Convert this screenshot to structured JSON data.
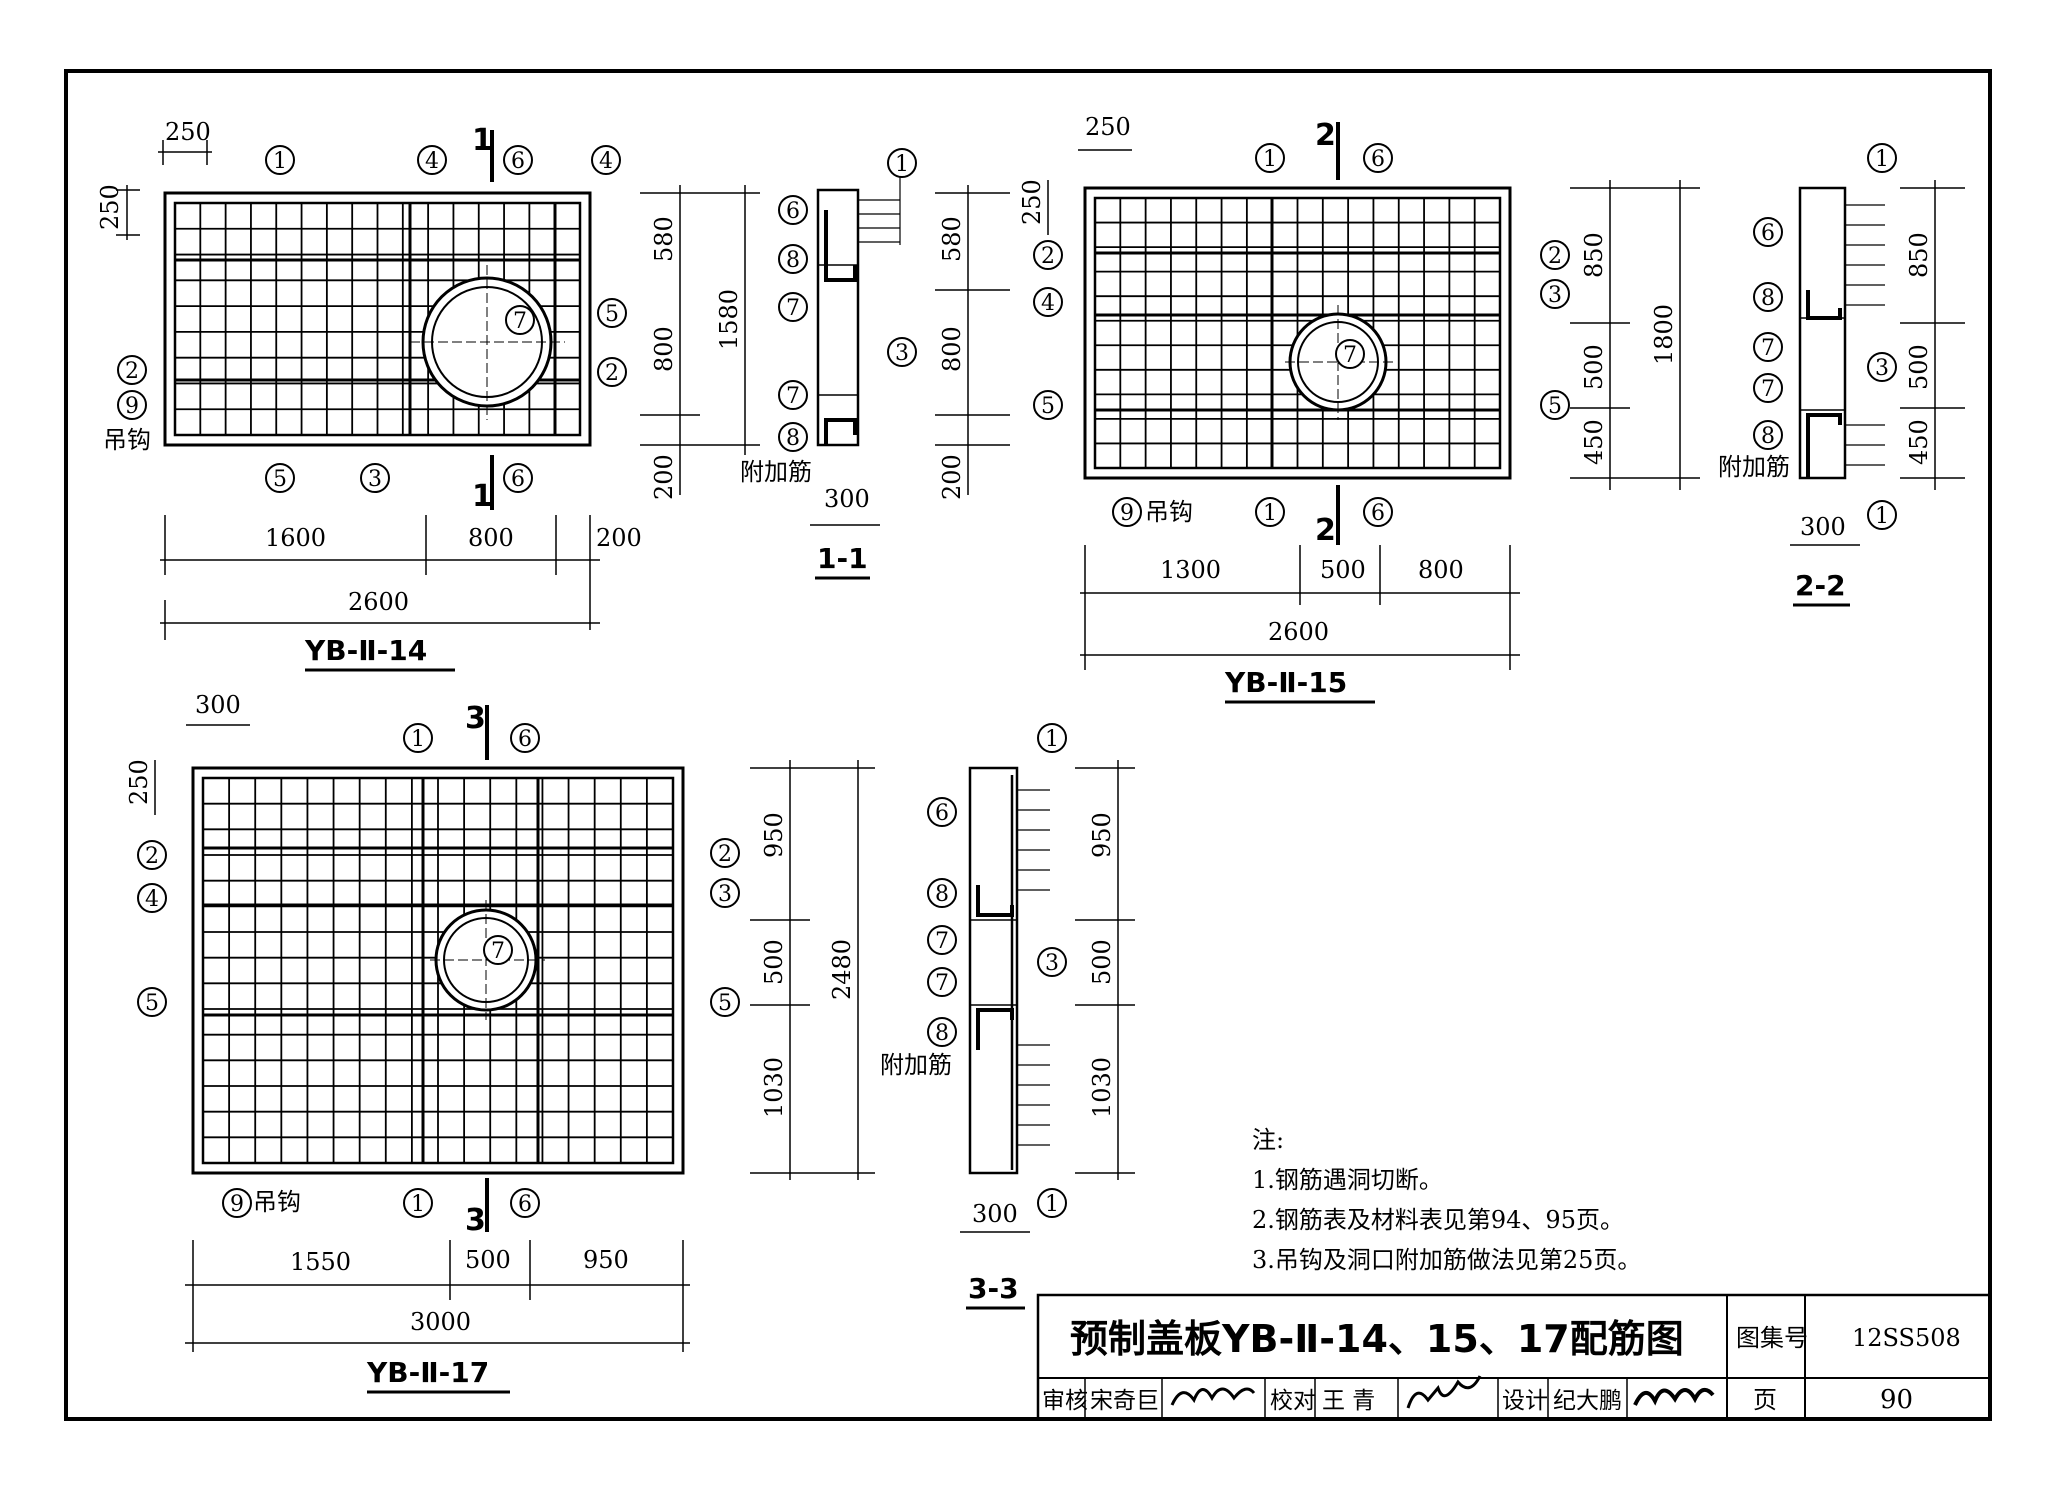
{
  "title_block": {
    "title": "预制盖板YB-Ⅱ-14、15、17配筋图",
    "atlas_label": "图集号",
    "atlas_no": "12SS508",
    "page_label": "页",
    "page_no": "90",
    "review_label": "审核",
    "reviewer": "宋奇巨",
    "check_label": "校对",
    "checker": "王 青",
    "design_label": "设计",
    "designer": "纪大鹏",
    "signatures": [
      "宋奇巨",
      "王青",
      "纪大鹏"
    ]
  },
  "notes": {
    "heading": "注:",
    "items": [
      "1.钢筋遇洞切断。",
      "2.钢筋表及材料表见第94、95页。",
      "3.吊钩及洞口附加筋做法见第25页。"
    ]
  },
  "common_labels": {
    "hook": "吊钩",
    "additional_bar": "附加筋"
  },
  "plans": [
    {
      "name": "YB-Ⅱ-14",
      "section_mark": "1",
      "section_name": "1-1",
      "dims_bottom": [
        "1600",
        "800",
        "200"
      ],
      "dim_total": "2600",
      "dims_right": [
        "580",
        "800",
        "200"
      ],
      "dim_right_total": "1580",
      "dim_top": "250",
      "dim_left": "250",
      "section_width": "300"
    },
    {
      "name": "YB-Ⅱ-15",
      "section_mark": "2",
      "section_name": "2-2",
      "dims_bottom": [
        "1300",
        "500",
        "800"
      ],
      "dim_total": "2600",
      "dims_right": [
        "850",
        "500",
        "450"
      ],
      "dim_right_total": "1800",
      "dim_top": "250",
      "dim_left": "250",
      "section_width": "300"
    },
    {
      "name": "YB-Ⅱ-17",
      "section_mark": "3",
      "section_name": "3-3",
      "dims_bottom": [
        "1550",
        "500",
        "950"
      ],
      "dim_total": "3000",
      "dims_right": [
        "950",
        "500",
        "1030"
      ],
      "dim_right_total": "2480",
      "dim_top": "300",
      "dim_left": "250",
      "section_width": "300"
    }
  ],
  "bar_marks": [
    "1",
    "2",
    "3",
    "4",
    "5",
    "6",
    "7",
    "8",
    "9"
  ]
}
